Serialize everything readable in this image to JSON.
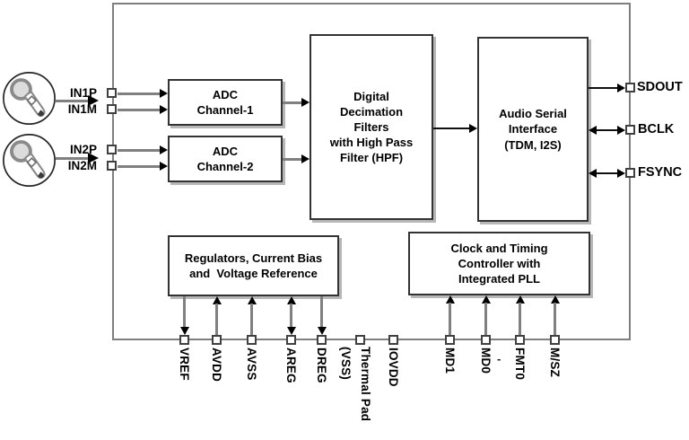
{
  "blocks": {
    "adc1": "ADC\nChannel-1",
    "adc2": "ADC\nChannel-2",
    "decimation": "Digital\nDecimation\nFilters\nwith High Pass\nFilter (HPF)",
    "asi": "Audio Serial\nInterface\n(TDM, I2S)",
    "regulators": "Regulators, Current Bias\nand  Voltage Reference",
    "clock": "Clock and Timing\nController with\nIntegrated PLL"
  },
  "pins": {
    "left": {
      "in1p": "IN1P",
      "in1m": "IN1M",
      "in2p": "IN2P",
      "in2m": "IN2M"
    },
    "right": {
      "sdout": "SDOUT",
      "bclk": "BCLK",
      "fsync": "FSYNC"
    },
    "bottom": {
      "vref": "VREF",
      "avdd": "AVDD",
      "avss": "AVSS",
      "areg": "AREG",
      "dreg": "DREG",
      "thermal_line1": "Thermal Pad",
      "thermal_line2": "(VSS)",
      "iovdd": "IOVDD",
      "md1": "MD1",
      "md0": "MD0",
      "fmt0": "FMT0",
      "msz": "M/SZ",
      "dash": "-"
    }
  },
  "icons": {
    "mic1": "microphone-icon",
    "mic2": "microphone-icon"
  },
  "colors": {
    "lead_line": "#808080",
    "signal_line": "#111111",
    "chip_border": "#7f7f7f",
    "block_border": "#333333",
    "block_shadow": "#b7b7b7",
    "text": "#000000"
  }
}
